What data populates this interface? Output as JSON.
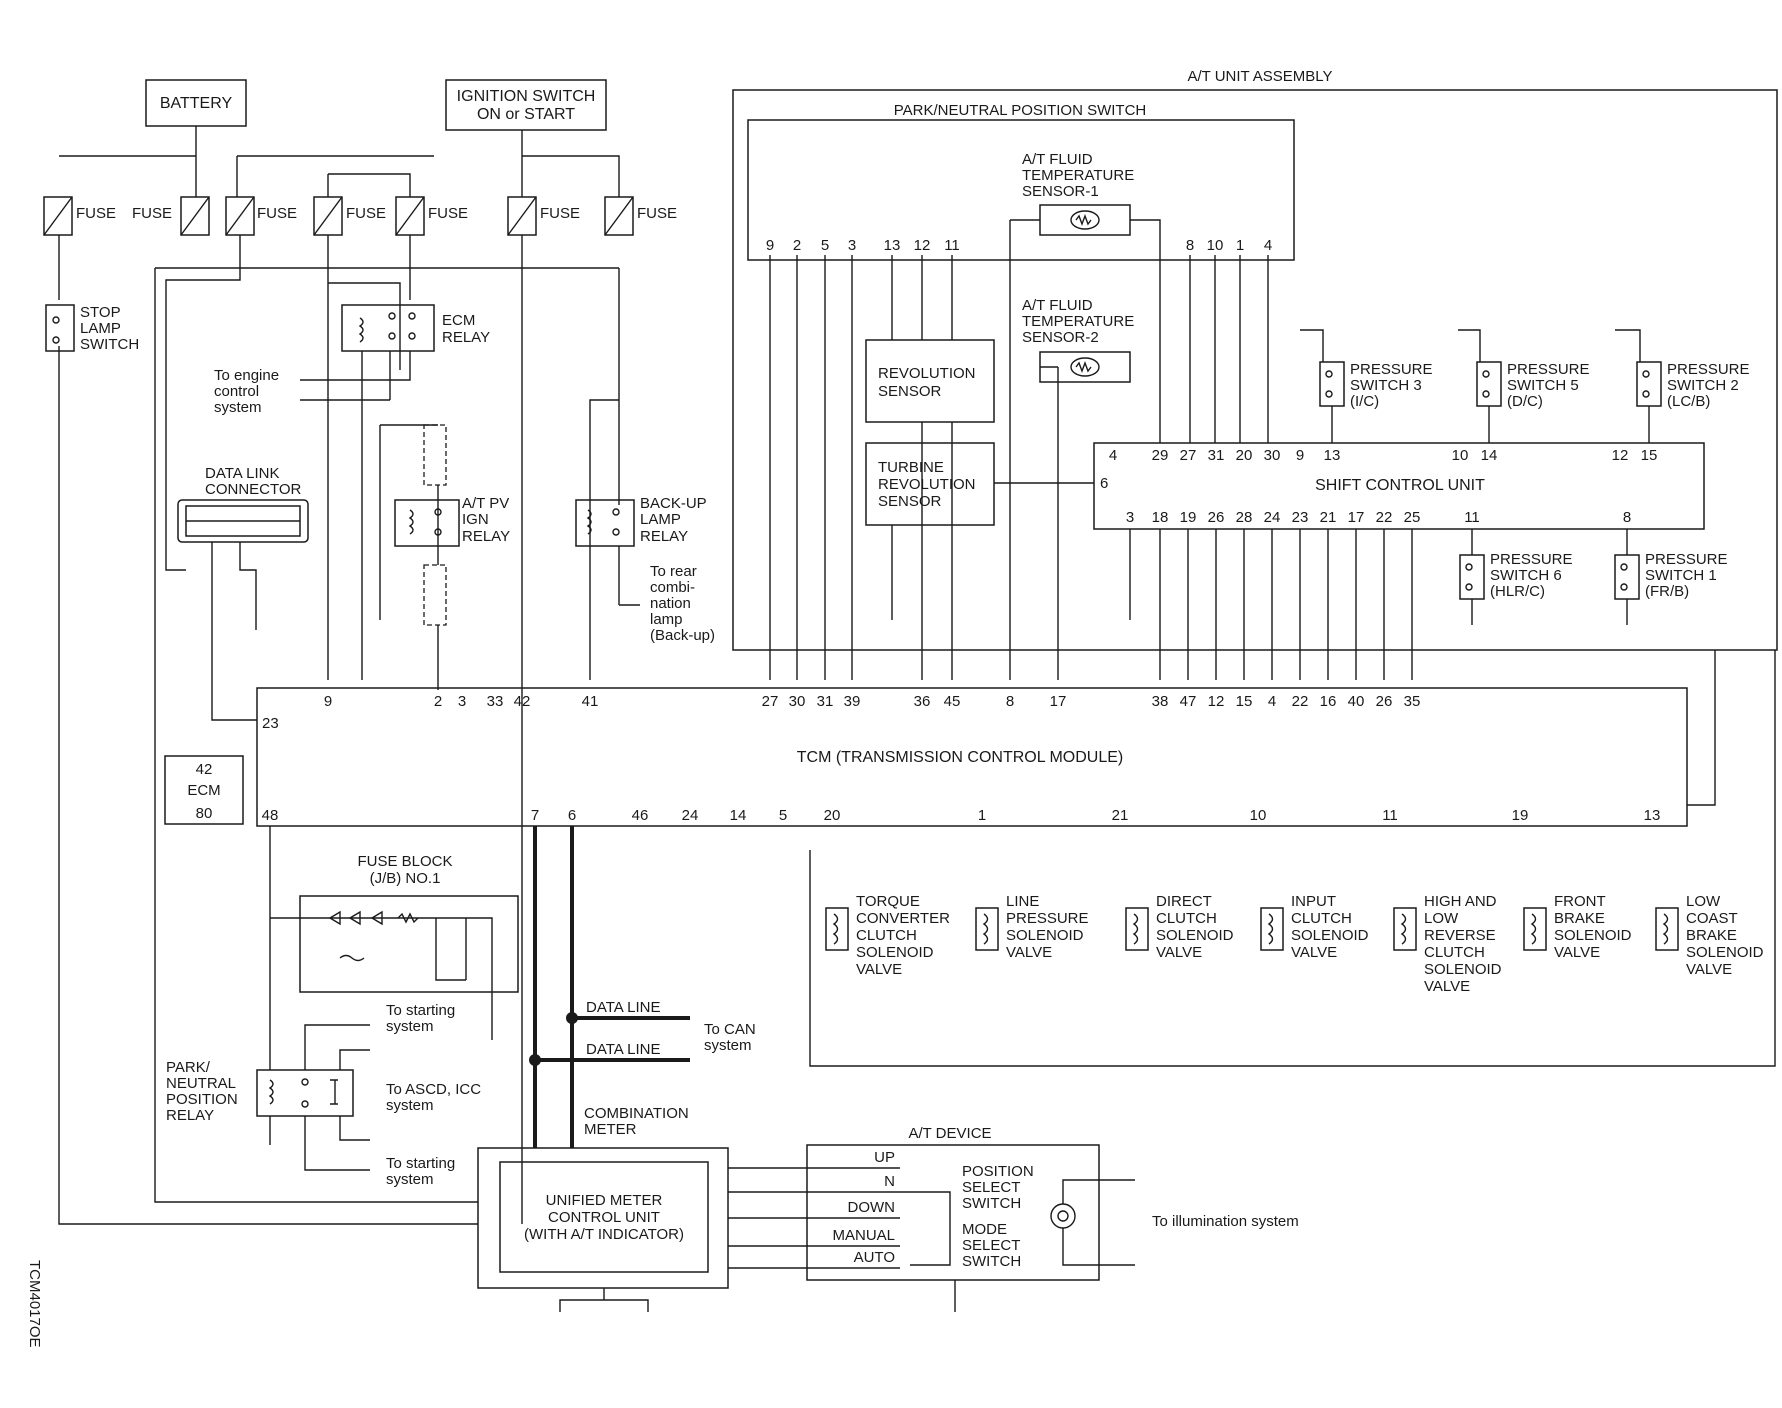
{
  "power": {
    "battery": "BATTERY",
    "ignition_line1": "IGNITION SWITCH",
    "ignition_line2": "ON or START",
    "fuse": "FUSE"
  },
  "assembly": {
    "title": "A/T UNIT ASSEMBLY",
    "pnp_switch": "PARK/NEUTRAL POSITION SWITCH",
    "fluid_temp1": [
      "A/T FLUID",
      "TEMPERATURE",
      "SENSOR-1"
    ],
    "fluid_temp2": [
      "A/T FLUID",
      "TEMPERATURE",
      "SENSOR-2"
    ],
    "revolution_sensor": [
      "REVOLUTION",
      "SENSOR"
    ],
    "turbine_sensor": [
      "TURBINE",
      "REVOLUTION",
      "SENSOR"
    ],
    "shift_control_unit": "SHIFT CONTROL UNIT",
    "pnp_pins_left": [
      "9",
      "2",
      "5",
      "3",
      "13",
      "12",
      "11"
    ],
    "pnp_pins_right": [
      "8",
      "10",
      "1",
      "4"
    ],
    "scu_top_pins": [
      "4",
      "29",
      "27",
      "31",
      "20",
      "30",
      "9",
      "13",
      "10",
      "14",
      "12",
      "15"
    ],
    "scu_pin_6": "6",
    "scu_bottom_pins": [
      "3",
      "18",
      "19",
      "26",
      "28",
      "24",
      "23",
      "21",
      "17",
      "22",
      "25",
      "11",
      "8"
    ],
    "pressure_switches": [
      {
        "line1": "PRESSURE",
        "line2": "SWITCH 3",
        "code": "(I/C)"
      },
      {
        "line1": "PRESSURE",
        "line2": "SWITCH 5",
        "code": "(D/C)"
      },
      {
        "line1": "PRESSURE",
        "line2": "SWITCH 2",
        "code": "(LC/B)"
      },
      {
        "line1": "PRESSURE",
        "line2": "SWITCH 6",
        "code": "(HLR/C)"
      },
      {
        "line1": "PRESSURE",
        "line2": "SWITCH 1",
        "code": "(FR/B)"
      }
    ]
  },
  "left": {
    "stop_lamp": [
      "STOP",
      "LAMP",
      "SWITCH"
    ],
    "ecm_relay": [
      "ECM",
      "RELAY"
    ],
    "to_engine": [
      "To engine",
      "control",
      "system"
    ],
    "at_pv_relay": [
      "A/T PV",
      "IGN",
      "RELAY"
    ],
    "backup_relay": [
      "BACK-UP",
      "LAMP",
      "RELAY"
    ],
    "to_rear": [
      "To rear",
      "combi-",
      "nation",
      "lamp",
      "(Back-up)"
    ],
    "data_link": [
      "DATA LINK",
      "CONNECTOR"
    ],
    "ecm": {
      "pin_top": "42",
      "label": "ECM",
      "pin_bottom": "80"
    }
  },
  "tcm": {
    "label": "TCM (TRANSMISSION CONTROL MODULE)",
    "top_pins_left": [
      "9",
      "2",
      "3",
      "33",
      "42",
      "41"
    ],
    "top_pins_right": [
      "27",
      "30",
      "31",
      "39",
      "36",
      "45",
      "8",
      "17",
      "38",
      "47",
      "12",
      "15",
      "4",
      "22",
      "16",
      "40",
      "26",
      "35"
    ],
    "pin_23": "23",
    "bottom_pins": [
      "48",
      "7",
      "6",
      "46",
      "24",
      "14",
      "5",
      "20",
      "1",
      "21",
      "10",
      "11",
      "19",
      "13"
    ]
  },
  "solenoids": [
    [
      "TORQUE",
      "CONVERTER",
      "CLUTCH",
      "SOLENOID",
      "VALVE"
    ],
    [
      "LINE",
      "PRESSURE",
      "SOLENOID",
      "VALVE"
    ],
    [
      "DIRECT",
      "CLUTCH",
      "SOLENOID",
      "VALVE"
    ],
    [
      "INPUT",
      "CLUTCH",
      "SOLENOID",
      "VALVE"
    ],
    [
      "HIGH AND",
      "LOW",
      "REVERSE",
      "CLUTCH",
      "SOLENOID",
      "VALVE"
    ],
    [
      "FRONT",
      "BRAKE",
      "SOLENOID",
      "VALVE"
    ],
    [
      "LOW",
      "COAST",
      "BRAKE",
      "SOLENOID",
      "VALVE"
    ]
  ],
  "lower": {
    "fuse_block": [
      "FUSE BLOCK",
      "(J/B) NO.1"
    ],
    "pnp_relay": [
      "PARK/",
      "NEUTRAL",
      "POSITION",
      "RELAY"
    ],
    "to_starting": [
      "To starting",
      "system"
    ],
    "to_ascd": [
      "To ASCD, ICC",
      "system"
    ],
    "data_line": "DATA LINE",
    "to_can": [
      "To CAN",
      "system"
    ],
    "combination_meter": [
      "COMBINATION",
      "METER"
    ],
    "unified_meter": [
      "UNIFIED METER",
      "CONTROL UNIT",
      "(WITH A/T INDICATOR)"
    ],
    "at_device": "A/T DEVICE",
    "positions": [
      "UP",
      "N",
      "DOWN",
      "MANUAL",
      "AUTO"
    ],
    "position_switch": [
      "POSITION",
      "SELECT",
      "SWITCH"
    ],
    "mode_switch": [
      "MODE",
      "SELECT",
      "SWITCH"
    ],
    "to_illumination": "To illumination system"
  },
  "figure_code": "TCM4017OE"
}
